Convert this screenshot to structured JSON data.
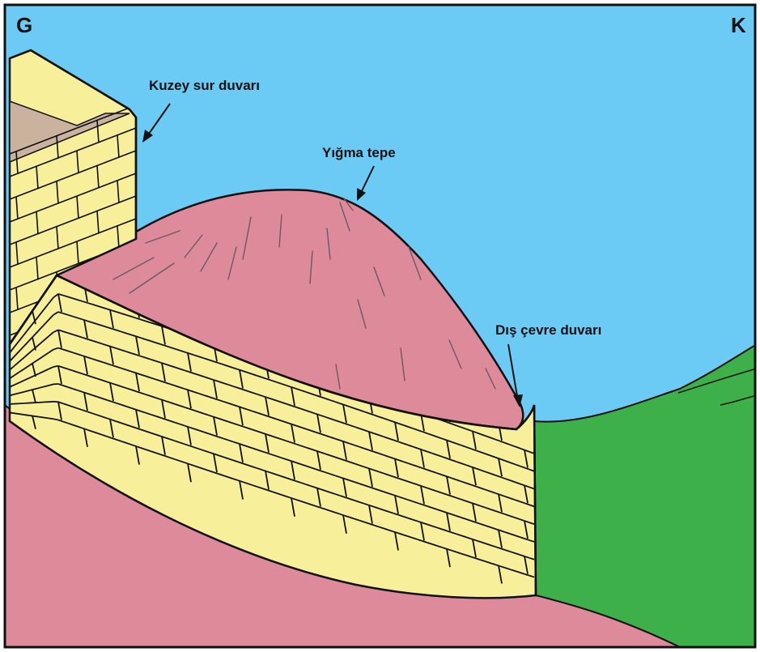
{
  "corner_labels": {
    "left": "G",
    "right": "K"
  },
  "labels": {
    "north_wall": "Kuzey sur duvarı",
    "mound": "Yığma tepe",
    "outer_wall": "Dış çevre duvarı"
  },
  "colors": {
    "sky": "#6ccbf4",
    "mound": "#dd8a9a",
    "ground": "#dd8a9a",
    "stone": "#f7ef9a",
    "grass": "#3db04a",
    "inner": "#c9b39e",
    "outline": "#111111"
  }
}
